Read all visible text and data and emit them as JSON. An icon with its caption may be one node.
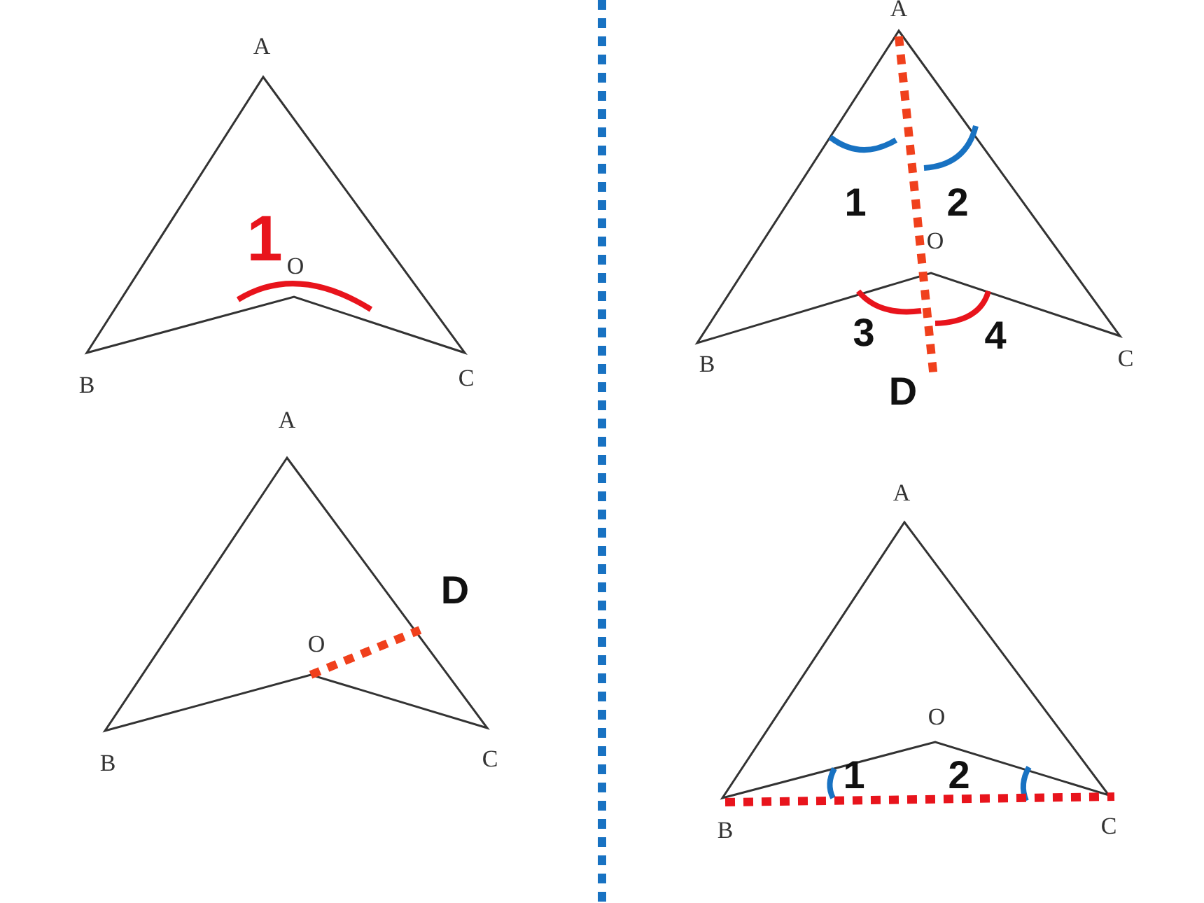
{
  "diagram": {
    "labels": [
      "A",
      "1",
      "O",
      "B",
      "C",
      "A",
      "1",
      "2",
      "O",
      "3",
      "4",
      "B",
      "D",
      "C",
      "A",
      "D",
      "O",
      "B",
      "C",
      "A",
      "O",
      "1",
      "2",
      "B",
      "C"
    ]
  }
}
